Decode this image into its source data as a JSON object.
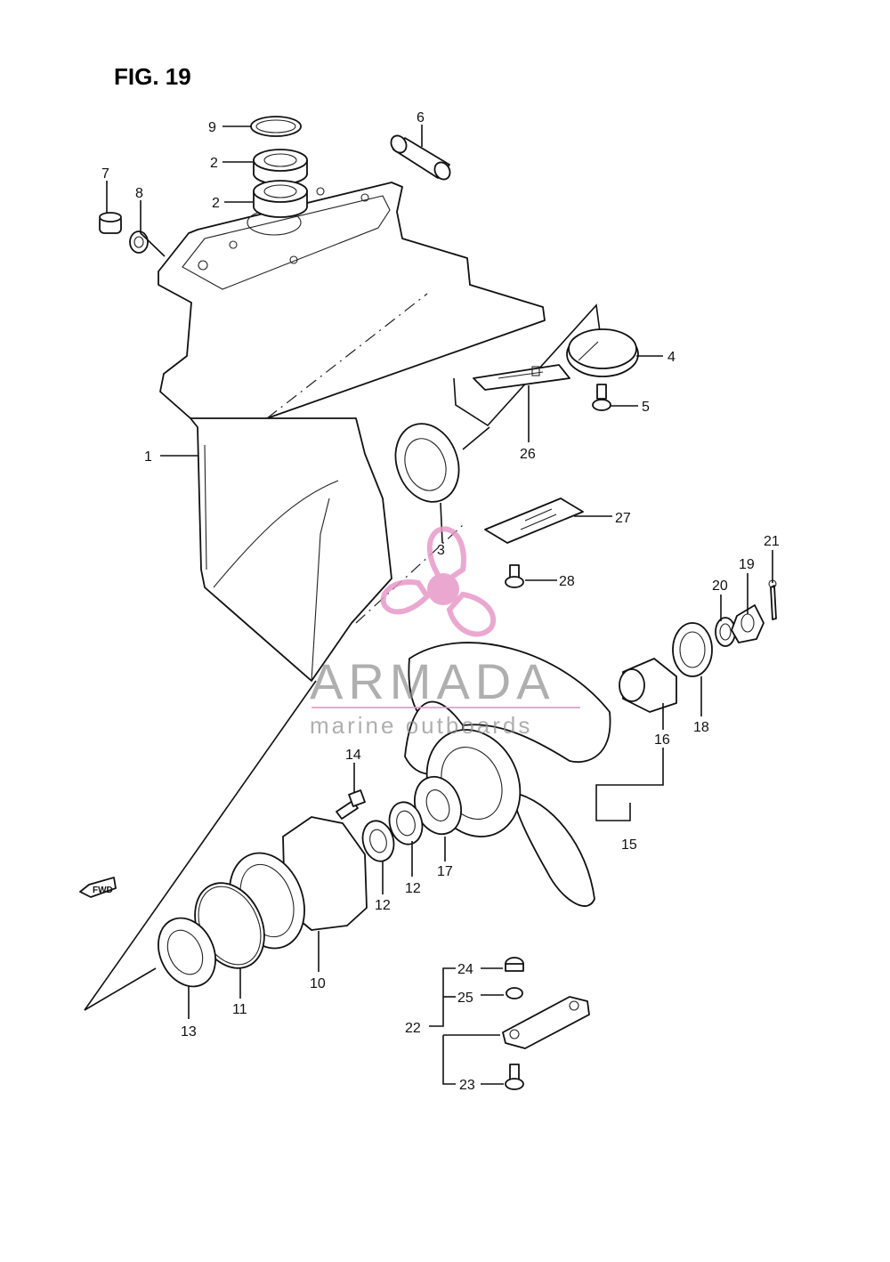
{
  "figure": {
    "title": "FIG. 19"
  },
  "watermark": {
    "brand": "ARMADA",
    "tagline": "marine outboards",
    "color": "#e79ac8"
  },
  "fwd_marker": {
    "text": "FWD"
  },
  "callouts": {
    "c1": "1",
    "c2a": "2",
    "c2b": "2",
    "c3": "3",
    "c4": "4",
    "c5": "5",
    "c6": "6",
    "c7": "7",
    "c8": "8",
    "c9": "9",
    "c10": "10",
    "c11": "11",
    "c12a": "12",
    "c12b": "12",
    "c13": "13",
    "c14": "14",
    "c15": "15",
    "c16": "16",
    "c17": "17",
    "c18": "18",
    "c19": "19",
    "c20": "20",
    "c21": "21",
    "c22": "22",
    "c23": "23",
    "c24": "24",
    "c25": "25",
    "c26": "26",
    "c27": "27",
    "c28": "28"
  }
}
